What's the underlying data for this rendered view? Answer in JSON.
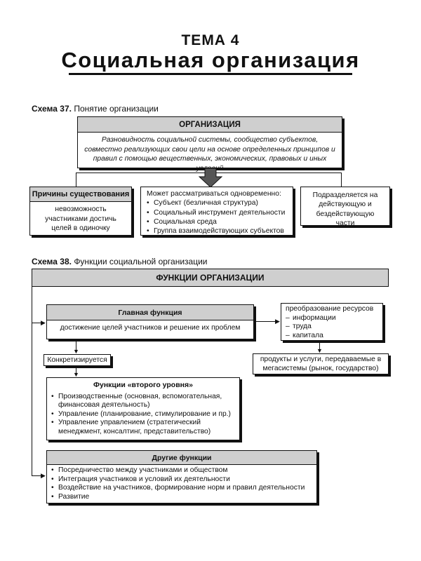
{
  "title": {
    "topic": "ТЕМА 4",
    "main": "Социальная организация"
  },
  "scheme37": {
    "caption_bold": "Схема 37.",
    "caption_text": "Понятие организации",
    "main_header": "ОРГАНИЗАЦИЯ",
    "definition": "Разновидность социальной системы, сообщество субъектов, совместно реализующих свои цели на основе определенных принципов и правил с помощью вещественных, экономических, правовых и иных условий",
    "reasons": {
      "header": "Причины существования",
      "text": "невозможность участниками достичь целей в одиночку"
    },
    "considered": {
      "header": "Может рассматриваться одновременно:",
      "items": [
        "Субъект (безличная структура)",
        "Социальный инструмент деятельности",
        "Социальная среда",
        "Группа взаимодействующих субъектов"
      ]
    },
    "divided": {
      "text": "Подразделяется на действующую и бездействующую части"
    }
  },
  "scheme38": {
    "caption_bold": "Схема 38.",
    "caption_text": "Функции социальной организации",
    "main_header": "ФУНКЦИИ ОРГАНИЗАЦИИ",
    "main_function": {
      "header": "Главная функция",
      "text": "достижение целей участников и решение их проблем"
    },
    "transform": {
      "header": "преобразование ресурсов",
      "items": [
        "информации",
        "труда",
        "капитала"
      ]
    },
    "products": {
      "text": "продукты и услуги, передаваемые в мегасистемы (рынок, государство)"
    },
    "concretized": {
      "text": "Конкретизируется"
    },
    "second_level": {
      "header_prefix": "Функции ",
      "header_quoted": "«второго уровня»",
      "items": [
        "Производственные (основная, вспомогательная, финансовая деятельность)",
        "Управление (планирование, стимулирование и пр.)",
        "Управление управлением (стратегический менеджмент, консалтинг, представительство)"
      ]
    },
    "other": {
      "header": "Другие функции",
      "items": [
        "Посредничество между участниками и обществом",
        "Интеграция участников и условий их деятельности",
        "Воздействие на участников, формирование норм и правил деятельности",
        "Развитие"
      ]
    }
  }
}
